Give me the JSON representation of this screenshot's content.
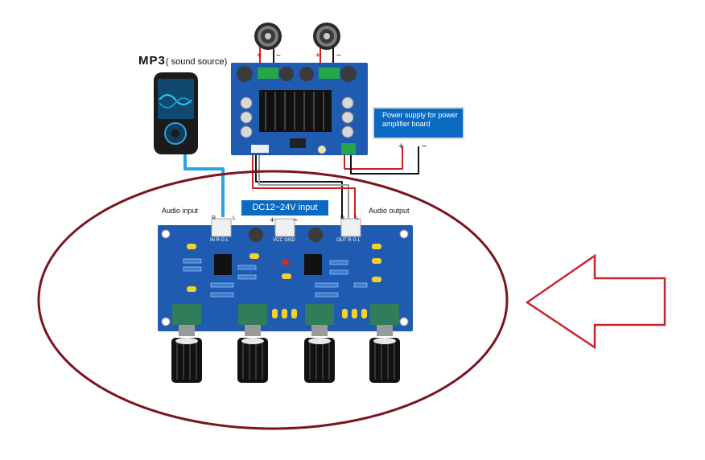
{
  "mp3_label": {
    "main": "MP3",
    "paren_open": "( ",
    "sub": "sound source",
    "paren_close": ")"
  },
  "power_supply_box": {
    "text": "Power supply for power amplifier board",
    "plus": "+",
    "minus": "−"
  },
  "dc_input_box": {
    "text": "DC12~24V input",
    "plus": "+",
    "minus": "−"
  },
  "audio_input_label": "Audio input",
  "audio_output_label": "Audio output",
  "speaker_polarity": {
    "plus": "+",
    "minus": "−"
  },
  "pin_labels": {
    "input_R": "R",
    "input_L": "L",
    "output_R": "R",
    "output_L": "L",
    "input_header": "IN  R  G  L",
    "power_header": "VCC  GND",
    "output_header": "OUT  R  G  L"
  },
  "colors": {
    "pcb": "#1f5bb0",
    "ellipse": "#7a1420",
    "arrow": "#c8262e",
    "box": "#0a6ac2",
    "wire_blue": "#2aa3e6",
    "wire_red": "#cc1f1f",
    "wire_black": "#111111"
  },
  "icons": [
    "speaker-icon",
    "mp3-player-icon",
    "heatsink-icon",
    "potentiometer-knob-icon",
    "left-arrow-icon"
  ]
}
